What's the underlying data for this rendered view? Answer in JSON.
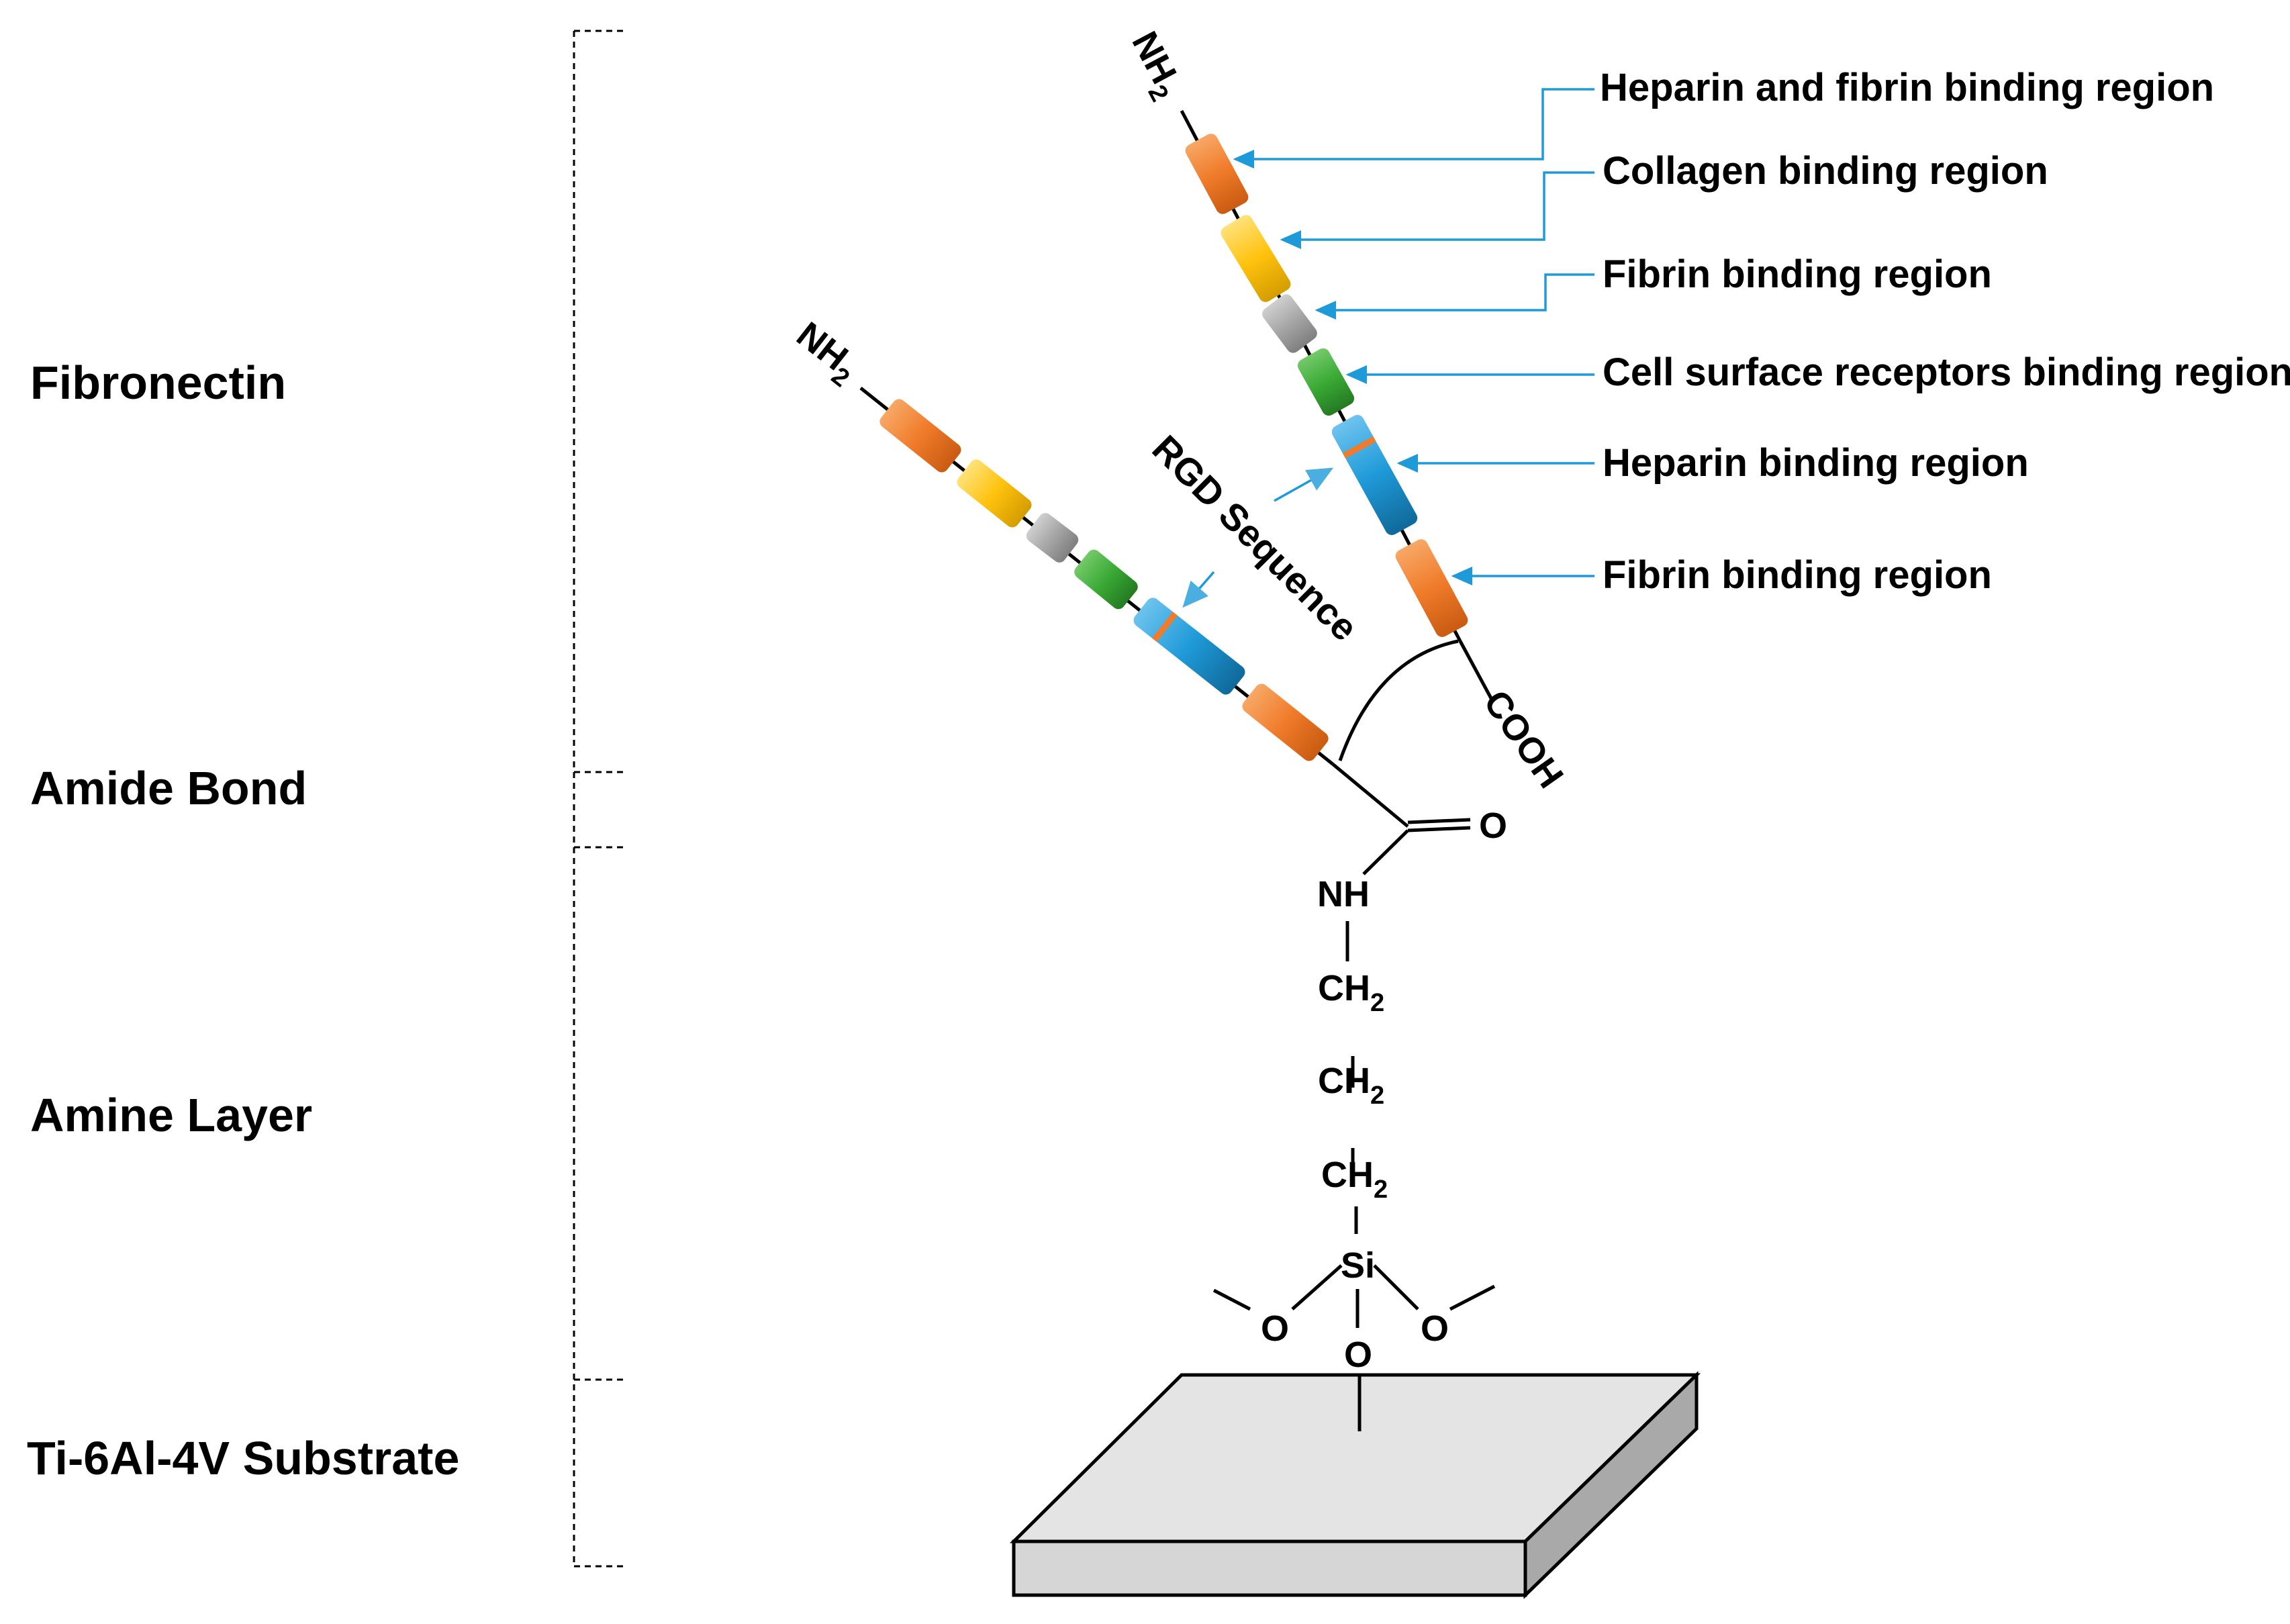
{
  "layers": [
    {
      "id": "fibronectin",
      "label": "Fibronectin"
    },
    {
      "id": "amide",
      "label": "Amide Bond"
    },
    {
      "id": "amine",
      "label": "Amine Layer"
    },
    {
      "id": "substrate",
      "label": "Ti-6Al-4V Substrate"
    }
  ],
  "regions": [
    {
      "label": "Heparin and fibrin binding region",
      "color": "#f07b2a"
    },
    {
      "label": "Collagen binding region",
      "color": "#ffc20e"
    },
    {
      "label": "Fibrin binding region",
      "color": "#a6a6a6"
    },
    {
      "label": "Cell surface receptors binding region",
      "color": "#3aaa35"
    },
    {
      "label": "Heparin binding region",
      "color": "#1f9ad8"
    },
    {
      "label": "Fibrin binding region",
      "color": "#f07b2a"
    }
  ],
  "annotation": {
    "rgd": "RGD Sequence"
  },
  "chemistry": {
    "nh2": "NH",
    "nh2_sub": "2",
    "cooh": "COOH",
    "o_carbonyl": "O",
    "nh": "NH",
    "ch2": "CH",
    "ch2_sub": "2",
    "si": "Si",
    "o": "O"
  },
  "colors": {
    "orange": "#f07b2a",
    "yellow": "#ffc20e",
    "gray": "#a6a6a6",
    "green": "#3aaa35",
    "blue": "#1f9ad8",
    "arrow": "#1f9ad8",
    "substrate": "#d9d9d9"
  }
}
